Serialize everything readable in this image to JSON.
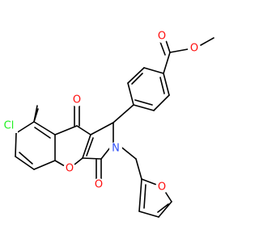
{
  "molecule": {
    "atoms": {
      "o_ester_carbonyl": {
        "label": "O",
        "color": "#ff0d0d"
      },
      "o_ester_methoxy": {
        "label": "O",
        "color": "#ff0d0d"
      },
      "o_ketone": {
        "label": "O",
        "color": "#ff0d0d"
      },
      "o_lactam": {
        "label": "O",
        "color": "#ff0d0d"
      },
      "o_pyran": {
        "label": "O",
        "color": "#ff0d0d"
      },
      "o_furan": {
        "label": "O",
        "color": "#ff0d0d"
      },
      "n_lactam": {
        "label": "N",
        "color": "#3050f8"
      },
      "cl": {
        "label": "Cl",
        "color": "#1ff01f"
      }
    }
  }
}
